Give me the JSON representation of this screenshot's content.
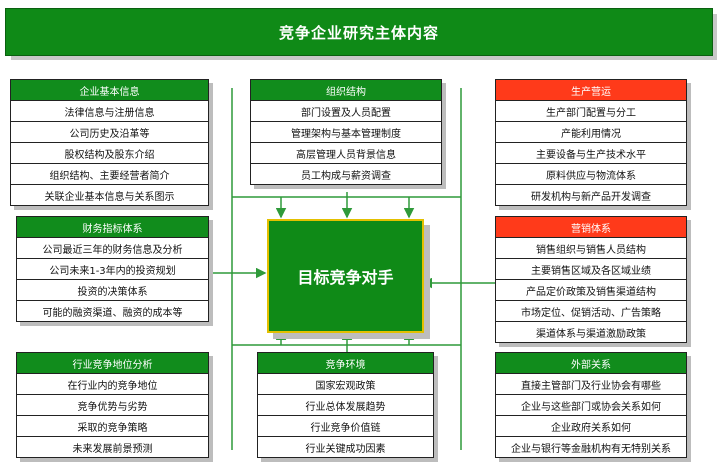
{
  "title": "竞争企业研究主体内容",
  "center": "目标竞争对手",
  "boxes": {
    "basic": {
      "header": "企业基本信息",
      "items": [
        "法律信息与注册信息",
        "公司历史及沿革等",
        "股权结构及股东介绍",
        "组织结构、主要经营者简介",
        "关联企业基本信息与关系图示"
      ]
    },
    "org": {
      "header": "组织结构",
      "items": [
        "部门设置及人员配置",
        "管理架构与基本管理制度",
        "高层管理人员背景信息",
        "员工构成与薪资调查"
      ]
    },
    "production": {
      "header": "生产营运",
      "items": [
        "生产部门配置与分工",
        "产能利用情况",
        "主要设备与生产技术水平",
        "原料供应与物流体系",
        "研发机构与新产品开发调查"
      ]
    },
    "finance": {
      "header": "财务指标体系",
      "items": [
        "公司最近三年的财务信息及分析",
        "公司未来1-3年内的投资规划",
        "投资的决策体系",
        "可能的融资渠道、融资的成本等"
      ]
    },
    "marketing": {
      "header": "营销体系",
      "items": [
        "销售组织与销售人员结构",
        "主要销售区域及各区域业绩",
        "产品定价政策及销售渠道结构",
        "市场定位、促销活动、广告策略",
        "渠道体系与渠道激励政策"
      ]
    },
    "position": {
      "header": "行业竞争地位分析",
      "items": [
        "在行业内的竞争地位",
        "竞争优势与劣势",
        "采取的竞争策略",
        "未来发展前景预测"
      ]
    },
    "environment": {
      "header": "竞争环境",
      "items": [
        "国家宏观政策",
        "行业总体发展趋势",
        "行业竞争价值链",
        "行业关键成功因素"
      ]
    },
    "external": {
      "header": "外部关系",
      "items": [
        "直接主管部门及行业协会有哪些",
        "企业与这些部门或协会关系如何",
        "企业政府关系如何",
        "企业与银行等金融机构有无特别关系"
      ]
    }
  }
}
